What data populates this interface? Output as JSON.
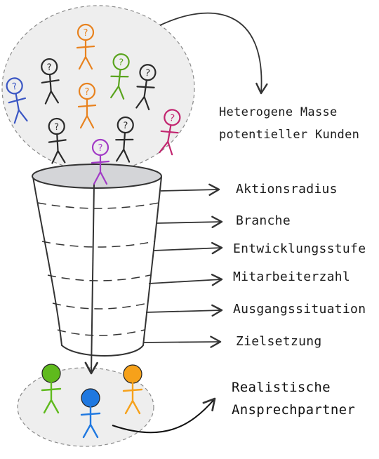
{
  "crowd_label": {
    "line1": "Heterogene Masse",
    "line2": "potentieller Kunden"
  },
  "filters": [
    "Aktionsradius",
    "Branche",
    "Entwicklungsstufe",
    "Mitarbeiterzahl",
    "Ausgangssituation",
    "Zielsetzung"
  ],
  "result_label": {
    "line1": "Realistische",
    "line2": "Ansprechpartner"
  },
  "colors": {
    "stroke": "#333333",
    "crowd_fill": "#eeeeee",
    "funnel_top": "#d4d5d8",
    "blue": "#3a56c4",
    "orange": "#e8821e",
    "green": "#5aa41e",
    "magenta": "#c2256f",
    "purple": "#a23bc6",
    "dark": "#2a2a2a",
    "result_green": "#5fba1d",
    "result_blue": "#1f78e0",
    "result_orange": "#f6a11a"
  }
}
